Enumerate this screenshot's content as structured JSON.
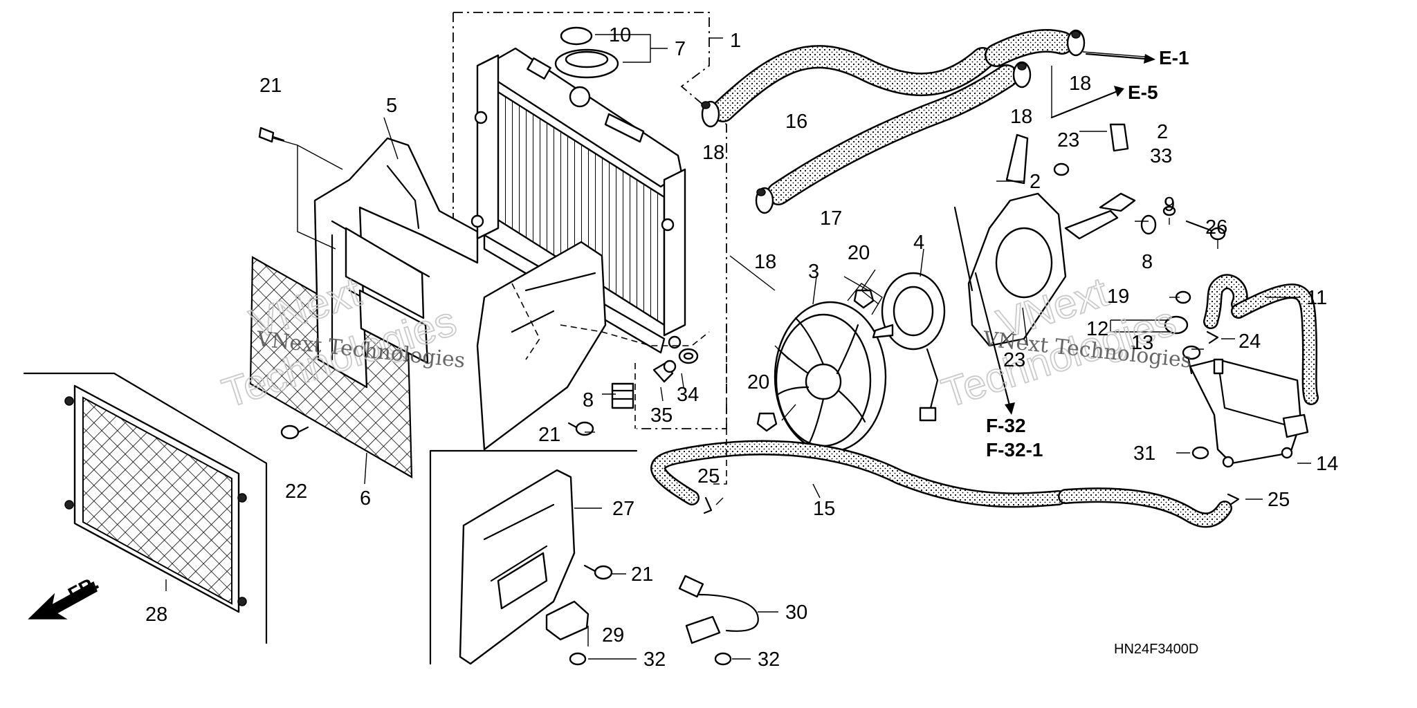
{
  "diagram_code": "HN24F3400D",
  "front_label": "FR.",
  "watermark": {
    "line_small_1": "VNext Technologies",
    "line_small_2": "VNext Technologies",
    "big_1_top": "VNext",
    "big_1_bottom": "Technologies",
    "big_2_top": "VNext",
    "big_2_bottom": "Technologies"
  },
  "references": {
    "e1": "E-1",
    "e5": "E-5",
    "f32": "F-32",
    "f32_1": "F-32-1"
  },
  "callouts": {
    "c1": "1",
    "c2a": "2",
    "c2b": "2",
    "c3": "3",
    "c4": "4",
    "c5": "5",
    "c6": "6",
    "c7": "7",
    "c8a": "8",
    "c8b": "8",
    "c9": "9",
    "c10": "10",
    "c11": "11",
    "c12": "12",
    "c13": "13",
    "c14": "14",
    "c15": "15",
    "c16": "16",
    "c17": "17",
    "c18a": "18",
    "c18b": "18",
    "c18c": "18",
    "c18d": "18",
    "c19": "19",
    "c20a": "20",
    "c20b": "20",
    "c21a": "21",
    "c21b": "21",
    "c21c": "21",
    "c22": "22",
    "c23a": "23",
    "c23b": "23",
    "c24": "24",
    "c25a": "25",
    "c25b": "25",
    "c26": "26",
    "c27": "27",
    "c28": "28",
    "c29": "29",
    "c30": "30",
    "c31": "31",
    "c32a": "32",
    "c32b": "32",
    "c33": "33",
    "c34": "34",
    "c35": "35"
  }
}
